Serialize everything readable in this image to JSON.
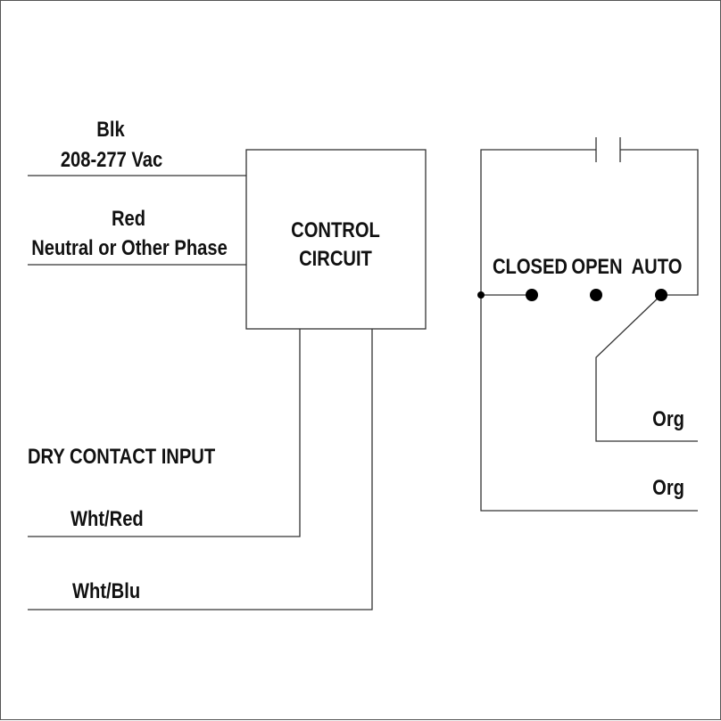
{
  "input_wires": {
    "line1_color": "Blk",
    "line1_voltage": "208-277 Vac",
    "line2_color": "Red",
    "line2_desc": "Neutral or Other Phase"
  },
  "control_box": {
    "line1": "CONTROL",
    "line2": "CIRCUIT"
  },
  "dry_contact": {
    "title": "DRY CONTACT INPUT",
    "wire1": "Wht/Red",
    "wire2": "Wht/Blu"
  },
  "switch": {
    "closed": "CLOSED",
    "open": "OPEN",
    "auto": "AUTO"
  },
  "outputs": {
    "wire1": "Org",
    "wire2": "Org"
  },
  "colors": {
    "line": "#333333",
    "text": "#111111",
    "dot": "#000000"
  }
}
